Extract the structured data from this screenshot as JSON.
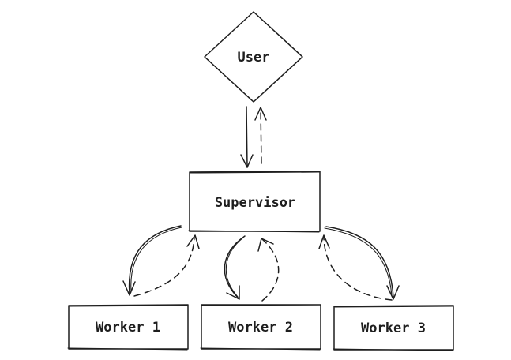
{
  "diagram": {
    "nodes": {
      "user": {
        "label": "User",
        "shape": "diamond"
      },
      "supervisor": {
        "label": "Supervisor",
        "shape": "rectangle"
      },
      "worker1": {
        "label": "Worker 1",
        "shape": "rectangle"
      },
      "worker2": {
        "label": "Worker 2",
        "shape": "rectangle"
      },
      "worker3": {
        "label": "Worker 3",
        "shape": "rectangle"
      }
    },
    "edges": [
      {
        "from": "User",
        "to": "Supervisor",
        "style": "solid"
      },
      {
        "from": "Supervisor",
        "to": "User",
        "style": "dashed"
      },
      {
        "from": "Supervisor",
        "to": "Worker 1",
        "style": "solid"
      },
      {
        "from": "Worker 1",
        "to": "Supervisor",
        "style": "dashed"
      },
      {
        "from": "Supervisor",
        "to": "Worker 2",
        "style": "solid"
      },
      {
        "from": "Worker 2",
        "to": "Supervisor",
        "style": "dashed"
      },
      {
        "from": "Supervisor",
        "to": "Worker 3",
        "style": "solid"
      },
      {
        "from": "Worker 3",
        "to": "Supervisor",
        "style": "dashed"
      }
    ],
    "colors": {
      "stroke": "#1e1e1e",
      "background": "#ffffff"
    }
  }
}
